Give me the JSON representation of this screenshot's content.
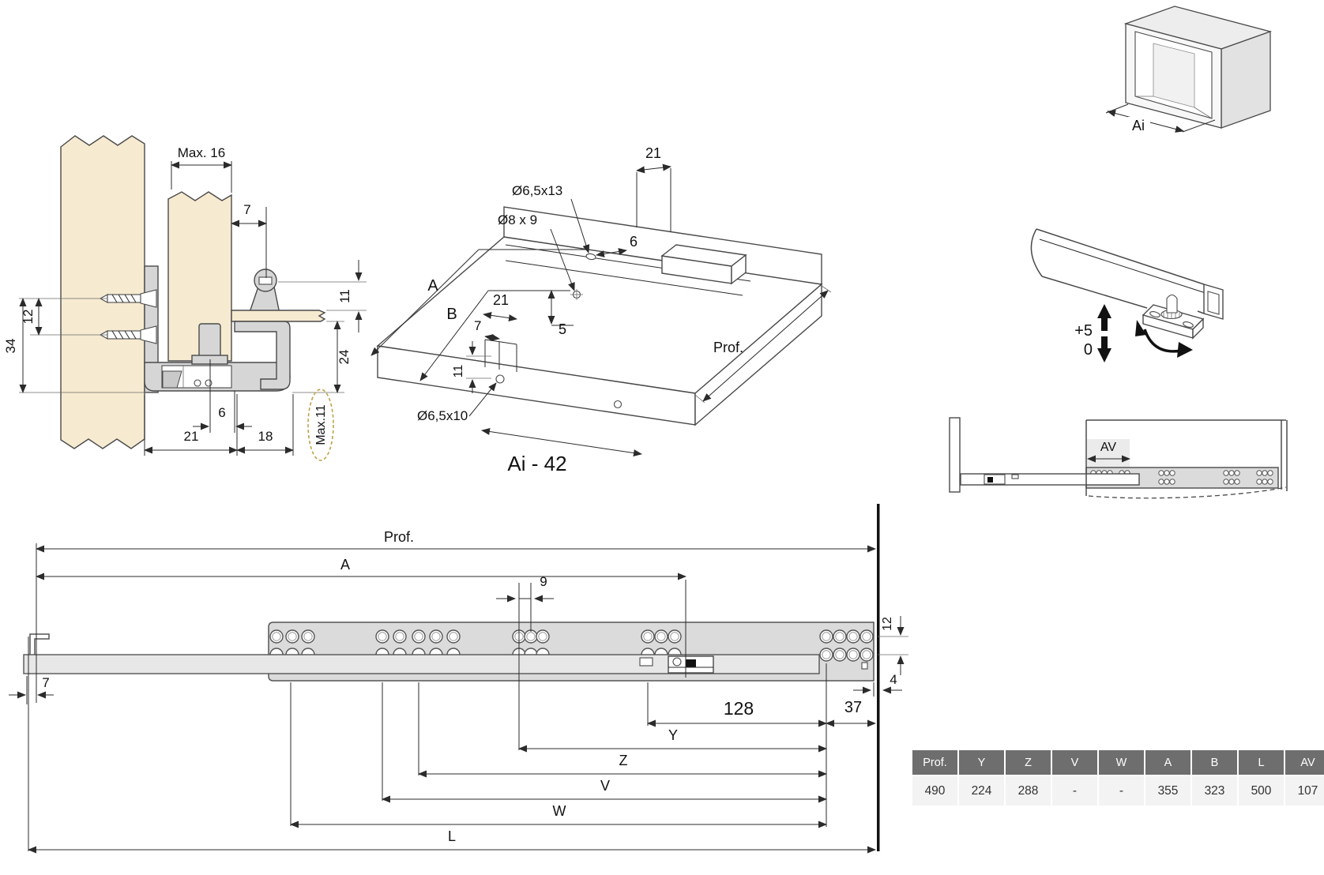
{
  "colors": {
    "wood": "#f6ead0",
    "metal": "#d6d6d6",
    "rail": "#dbdbdb",
    "line": "#2b2b2b",
    "accent_dashed_ellipse": "#bfa245",
    "table_header_bg": "#6e6e6e",
    "table_header_text": "#ffffff",
    "table_cell_bg": "#f3f3f3"
  },
  "cs": {
    "max16": "Max. 16",
    "n7": "7",
    "n12": "12",
    "n34": "34",
    "n11": "11",
    "n24": "24",
    "n6": "6",
    "n21": "21",
    "n18": "18",
    "max11": "Max.11"
  },
  "iso": {
    "n21top": "21",
    "holeA": "Ø6,5x13",
    "holeB": "Ø8 x 9",
    "n6": "6",
    "A": "A",
    "B": "B",
    "n21": "21",
    "n7": "7",
    "n5": "5",
    "n11": "11",
    "holeC": "Ø6,5x10",
    "prof": "Prof.",
    "ai42": "Ai - 42"
  },
  "box": {
    "ai": "Ai"
  },
  "br": {
    "p5": "+5",
    "z": "0"
  },
  "sv": {
    "av": "AV"
  },
  "el": {
    "prof": "Prof.",
    "A": "A",
    "n9": "9",
    "n12": "12",
    "n7": "7",
    "n128": "128",
    "n37": "37",
    "n4": "4",
    "Y": "Y",
    "Z": "Z",
    "V": "V",
    "W": "W",
    "L": "L"
  },
  "table": {
    "headers": [
      "Prof.",
      "Y",
      "Z",
      "V",
      "W",
      "A",
      "B",
      "L",
      "AV"
    ],
    "values": [
      "490",
      "224",
      "288",
      "-",
      "-",
      "355",
      "323",
      "500",
      "107"
    ]
  }
}
